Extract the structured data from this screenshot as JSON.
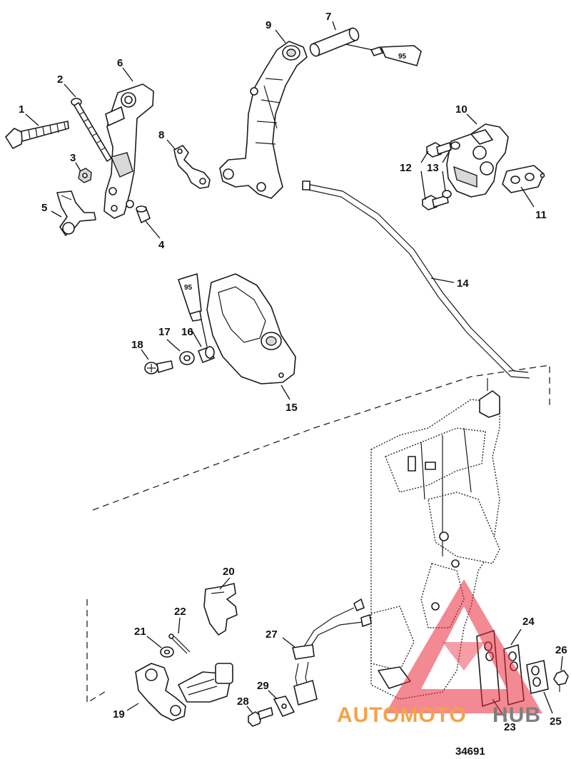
{
  "figure_ref": "34691",
  "watermark": {
    "text_part1": "AUTOMOTO",
    "text_part2": "HUB",
    "triangle_color": "#e8283a",
    "text_color": "#f4a24a",
    "hub_color": "#7f7f7f"
  },
  "sealant_tube_label": "95",
  "callouts": {
    "c1": "1",
    "c2": "2",
    "c3": "3",
    "c4": "4",
    "c5": "5",
    "c6": "6",
    "c7": "7",
    "c8": "8",
    "c9": "9",
    "c10": "10",
    "c11": "11",
    "c12": "12",
    "c13": "13",
    "c14": "14",
    "c15": "15",
    "c16": "16",
    "c17": "17",
    "c18": "18",
    "c19": "19",
    "c20": "20",
    "c21": "21",
    "c22": "22",
    "c23": "23",
    "c24": "24",
    "c25": "25",
    "c26": "26",
    "c27": "27",
    "c28": "28",
    "c29": "29"
  }
}
